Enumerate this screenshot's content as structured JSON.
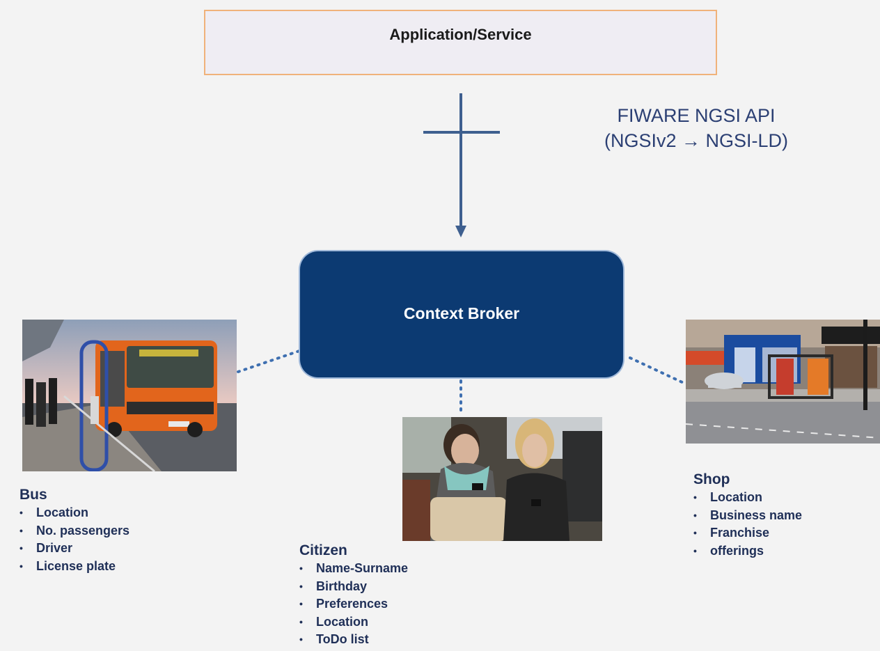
{
  "application": {
    "label": "Application/Service"
  },
  "api": {
    "line1": "FIWARE NGSI API",
    "line2": "(NGSIv2 → NGSI-LD)"
  },
  "broker": {
    "label": "Context Broker"
  },
  "entities": {
    "bus": {
      "title": "Bus",
      "attributes": [
        "Location",
        "No. passengers",
        "Driver",
        "License plate"
      ]
    },
    "citizen": {
      "title": "Citizen",
      "attributes": [
        "Name-Surname",
        "Birthday",
        "Preferences",
        "Location",
        "ToDo list"
      ]
    },
    "shop": {
      "title": "Shop",
      "attributes": [
        "Location",
        "Business name",
        "Franchise",
        "offerings"
      ]
    }
  },
  "colors": {
    "background": "#f3f3f3",
    "broker_fill": "#0c3a72",
    "text_dark": "#1f2f57",
    "arrow": "#3e5f8f",
    "app_border": "#f0b27a"
  },
  "bullet_glyph": "•"
}
